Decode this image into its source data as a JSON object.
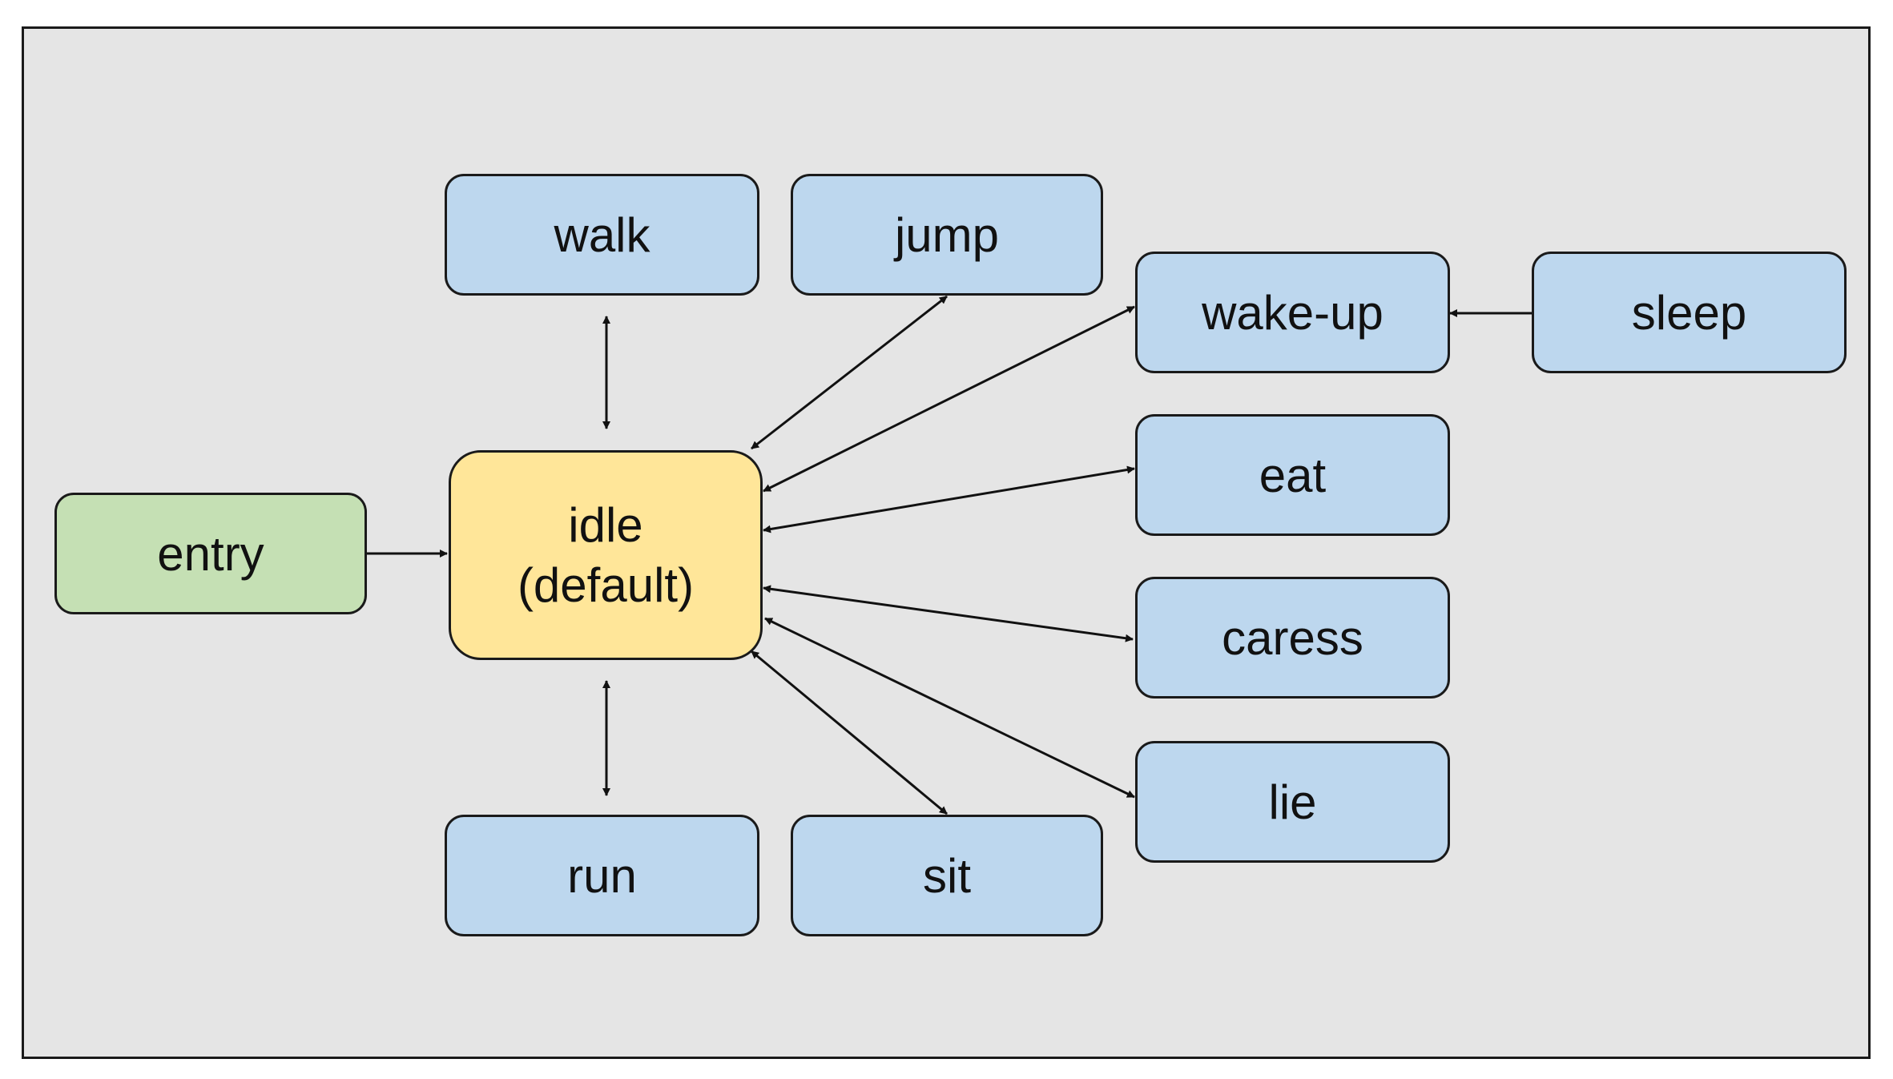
{
  "diagram": {
    "colors": {
      "background": "#e5e5e5",
      "border": "#1a1a1a",
      "action_fill": "#bdd7ee",
      "entry_fill": "#c5e0b4",
      "idle_fill": "#ffe699",
      "arrow": "#111111"
    },
    "nodes": {
      "entry": {
        "label": "entry"
      },
      "idle": {
        "label": "idle\n(default)"
      },
      "walk": {
        "label": "walk"
      },
      "jump": {
        "label": "jump"
      },
      "wake_up": {
        "label": "wake-up"
      },
      "sleep": {
        "label": "sleep"
      },
      "eat": {
        "label": "eat"
      },
      "caress": {
        "label": "caress"
      },
      "lie": {
        "label": "lie"
      },
      "run": {
        "label": "run"
      },
      "sit": {
        "label": "sit"
      }
    },
    "edges": [
      {
        "from": "entry",
        "to": "idle",
        "direction": "one-way"
      },
      {
        "from": "sleep",
        "to": "wake-up",
        "direction": "one-way"
      },
      {
        "from": "idle",
        "to": "walk",
        "direction": "two-way"
      },
      {
        "from": "idle",
        "to": "jump",
        "direction": "two-way"
      },
      {
        "from": "idle",
        "to": "wake-up",
        "direction": "two-way"
      },
      {
        "from": "idle",
        "to": "eat",
        "direction": "two-way"
      },
      {
        "from": "idle",
        "to": "caress",
        "direction": "two-way"
      },
      {
        "from": "idle",
        "to": "lie",
        "direction": "two-way"
      },
      {
        "from": "idle",
        "to": "run",
        "direction": "two-way"
      },
      {
        "from": "idle",
        "to": "sit",
        "direction": "two-way"
      }
    ]
  }
}
